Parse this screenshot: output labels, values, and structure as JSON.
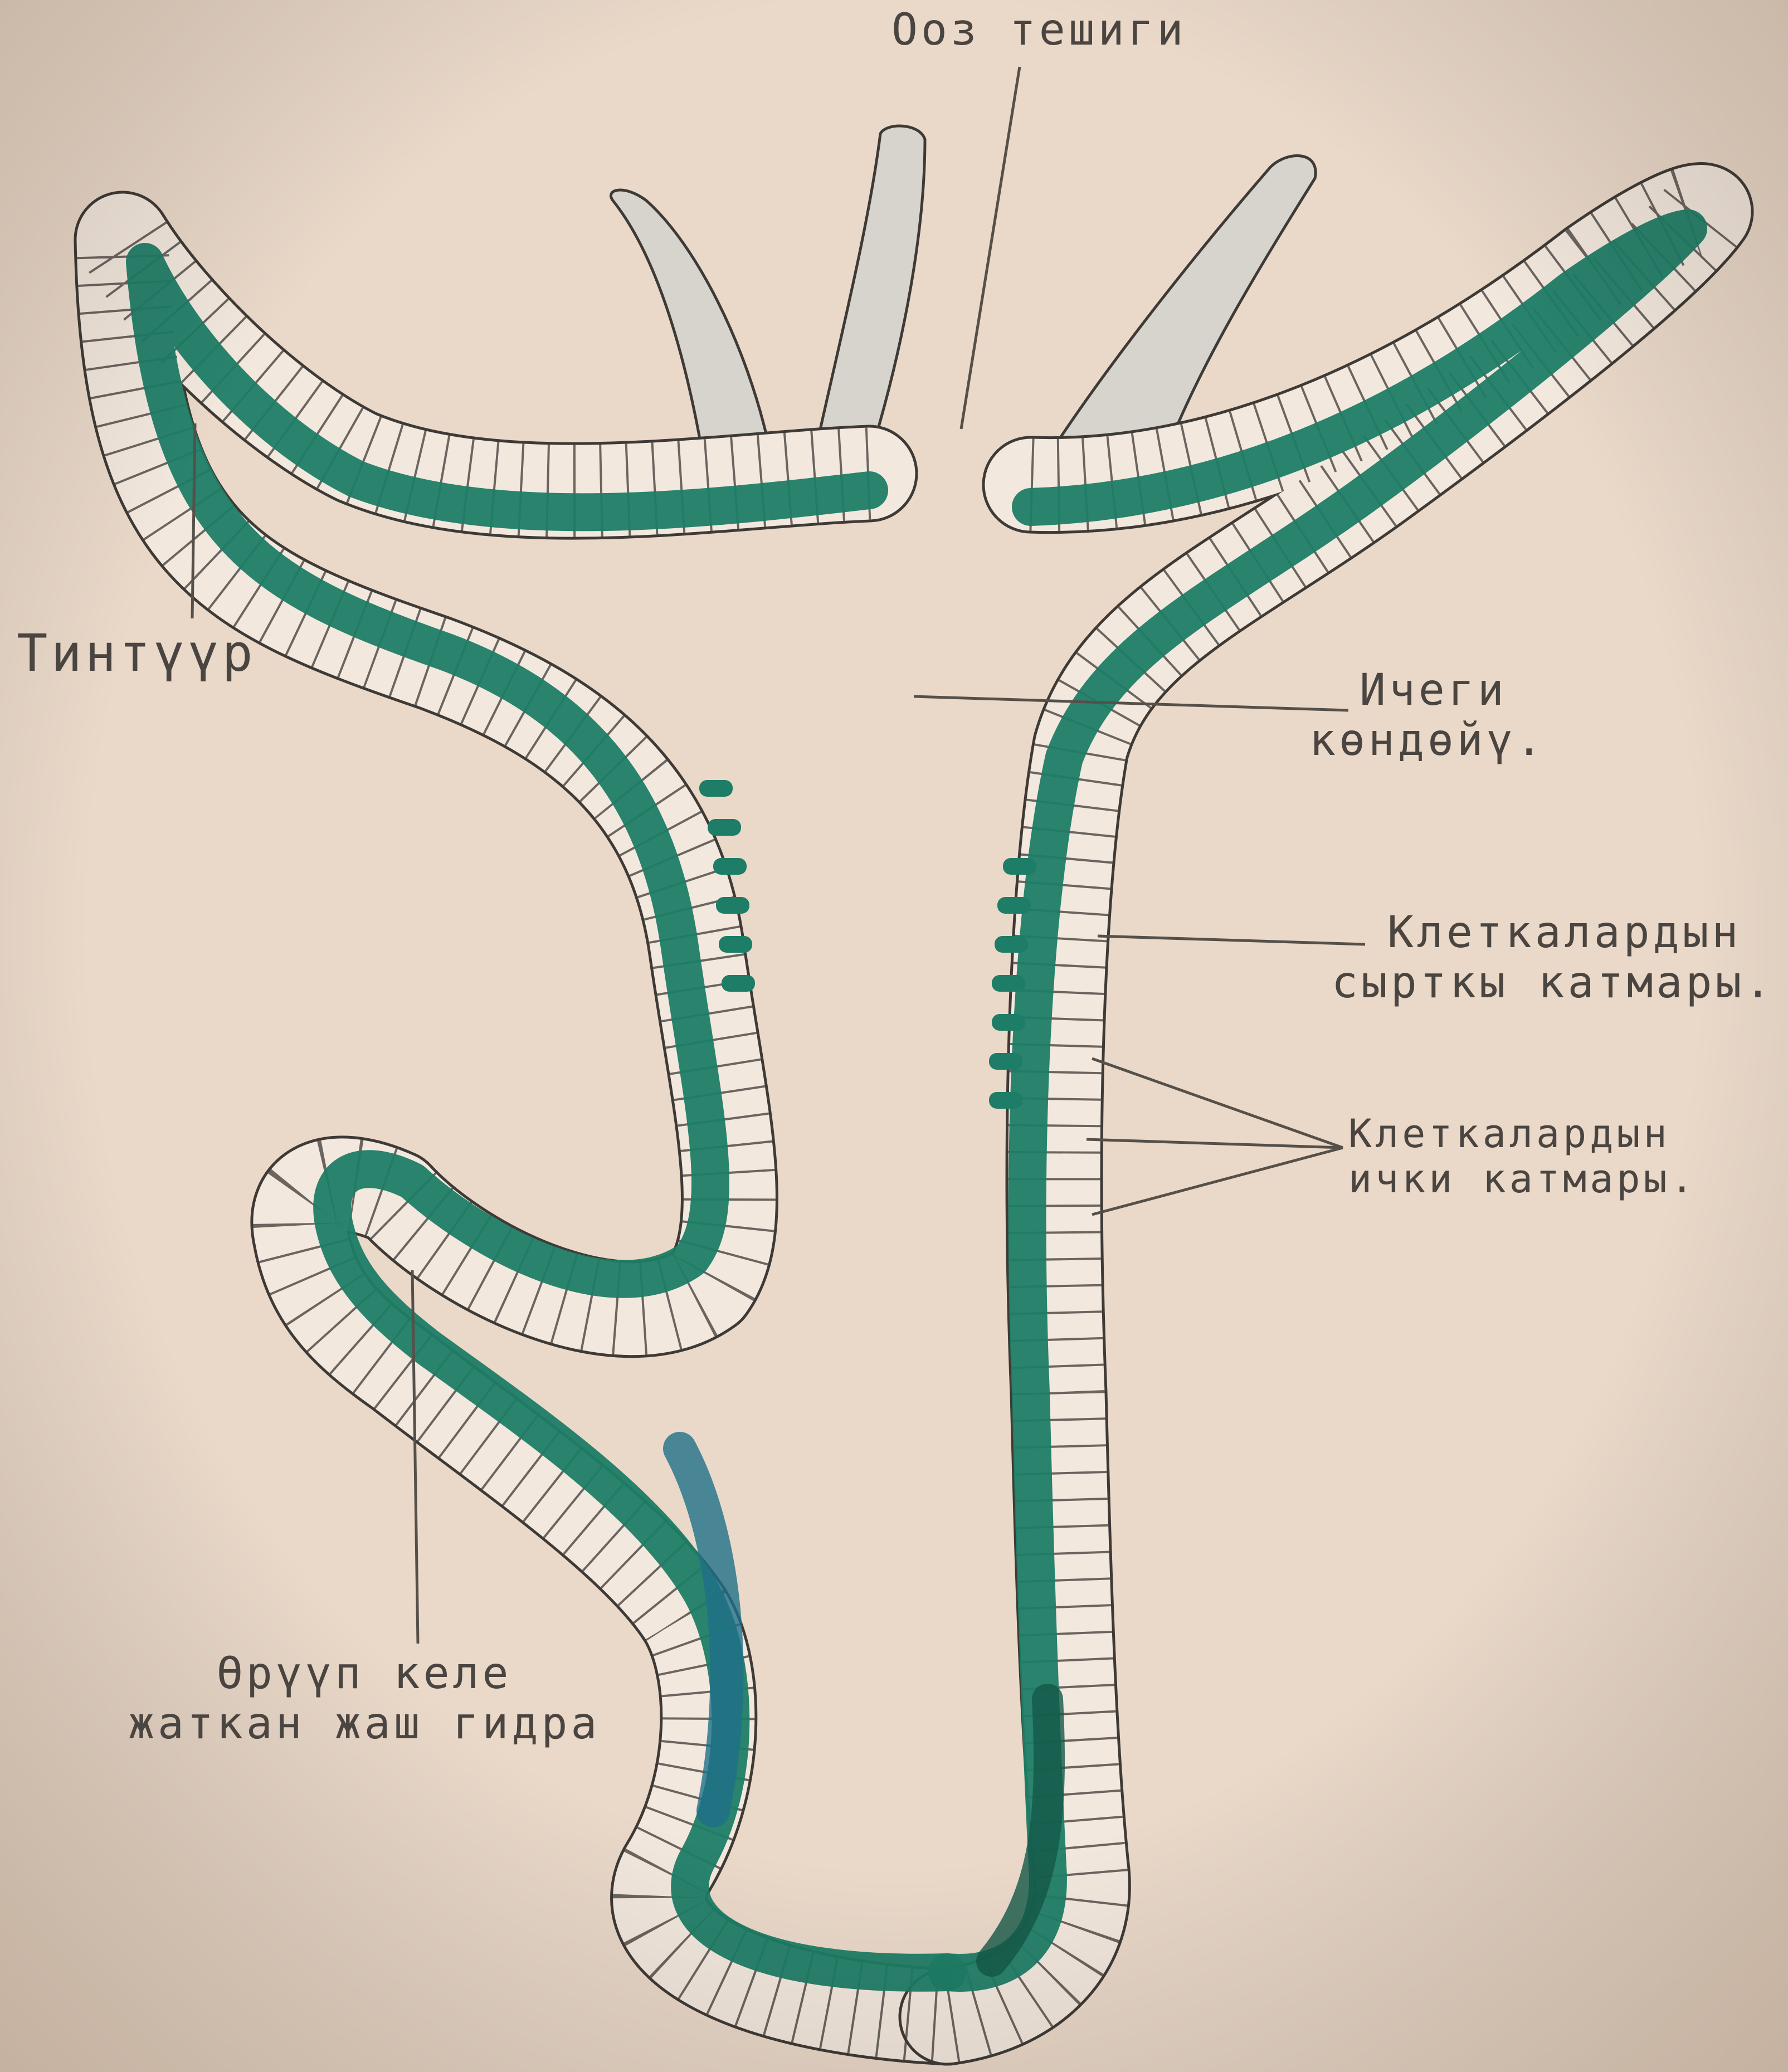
{
  "labels": {
    "mouth": "Оoз тешиги",
    "tentacle": "Тинтүүр",
    "gut_cavity": [
      "Ичеги",
      "көндөйү."
    ],
    "outer_layer": [
      "Клеткалардын",
      "сырткы катмары."
    ],
    "inner_layer": [
      "Клеткалардын",
      "ички катмары."
    ],
    "bud": [
      "Өрүүп келе",
      "жаткан жаш гидра"
    ]
  },
  "colors": {
    "paper": "#ead9c9",
    "ectoderm_fill": "#f3e8de",
    "cell_lines": "#3e3a36",
    "endoderm": "#1d7d66",
    "endoderm_dark": "#145847",
    "endoderm_blue": "#1f6f88",
    "tentacle_pale": "#d6d4cc",
    "leader_lines": "#555049"
  }
}
